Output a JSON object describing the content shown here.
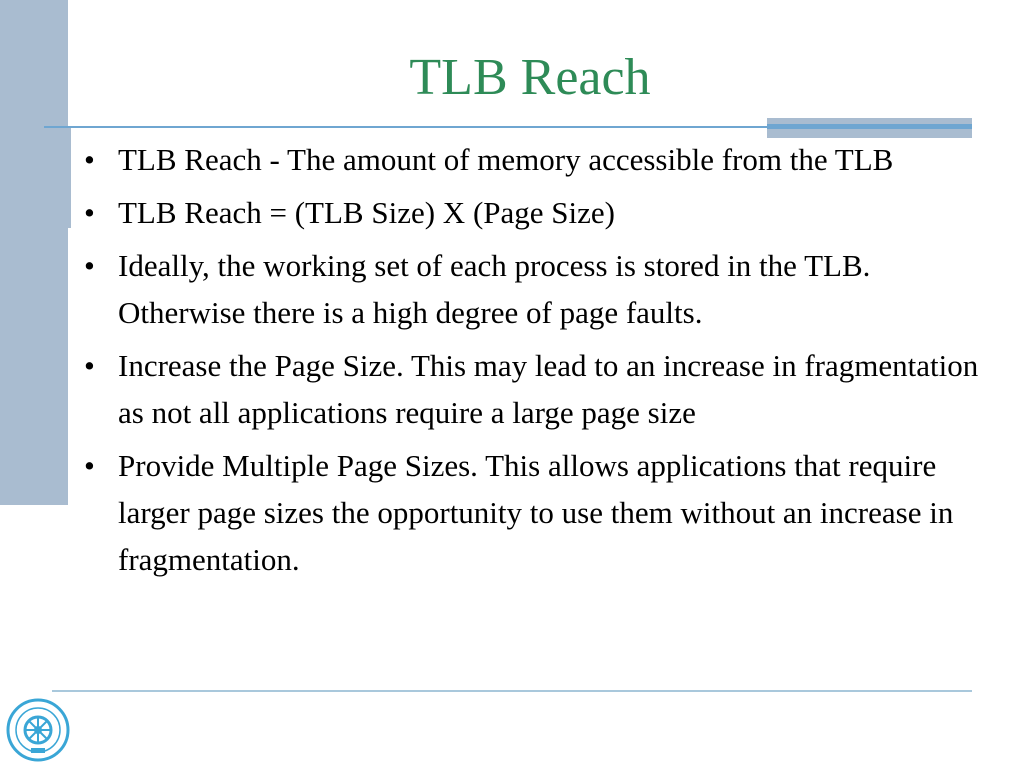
{
  "slide": {
    "title": "TLB Reach",
    "bullets": [
      {
        "text": "TLB Reach - The amount of memory accessible from the TLB"
      },
      {
        "text": "TLB Reach = (TLB Size) X (Page Size)"
      },
      {
        "text": "Ideally, the working set of each process is stored in the TLB. Otherwise there is a high degree of page faults."
      },
      {
        "text": "Increase the Page Size. This may lead to an increase in fragmentation as not all applications require a large page size"
      },
      {
        "text": "Provide Multiple Page Sizes. This allows applications that require larger page sizes the opportunity to use them without an increase in fragmentation."
      }
    ],
    "bullet_marker": "•"
  },
  "logo": {
    "icon": "university-seal-icon"
  },
  "colors": {
    "title": "#2e8b57",
    "accent_bar": "#a9bcd0",
    "rule": "#6fa6d1",
    "logo": "#3aa6d6"
  }
}
